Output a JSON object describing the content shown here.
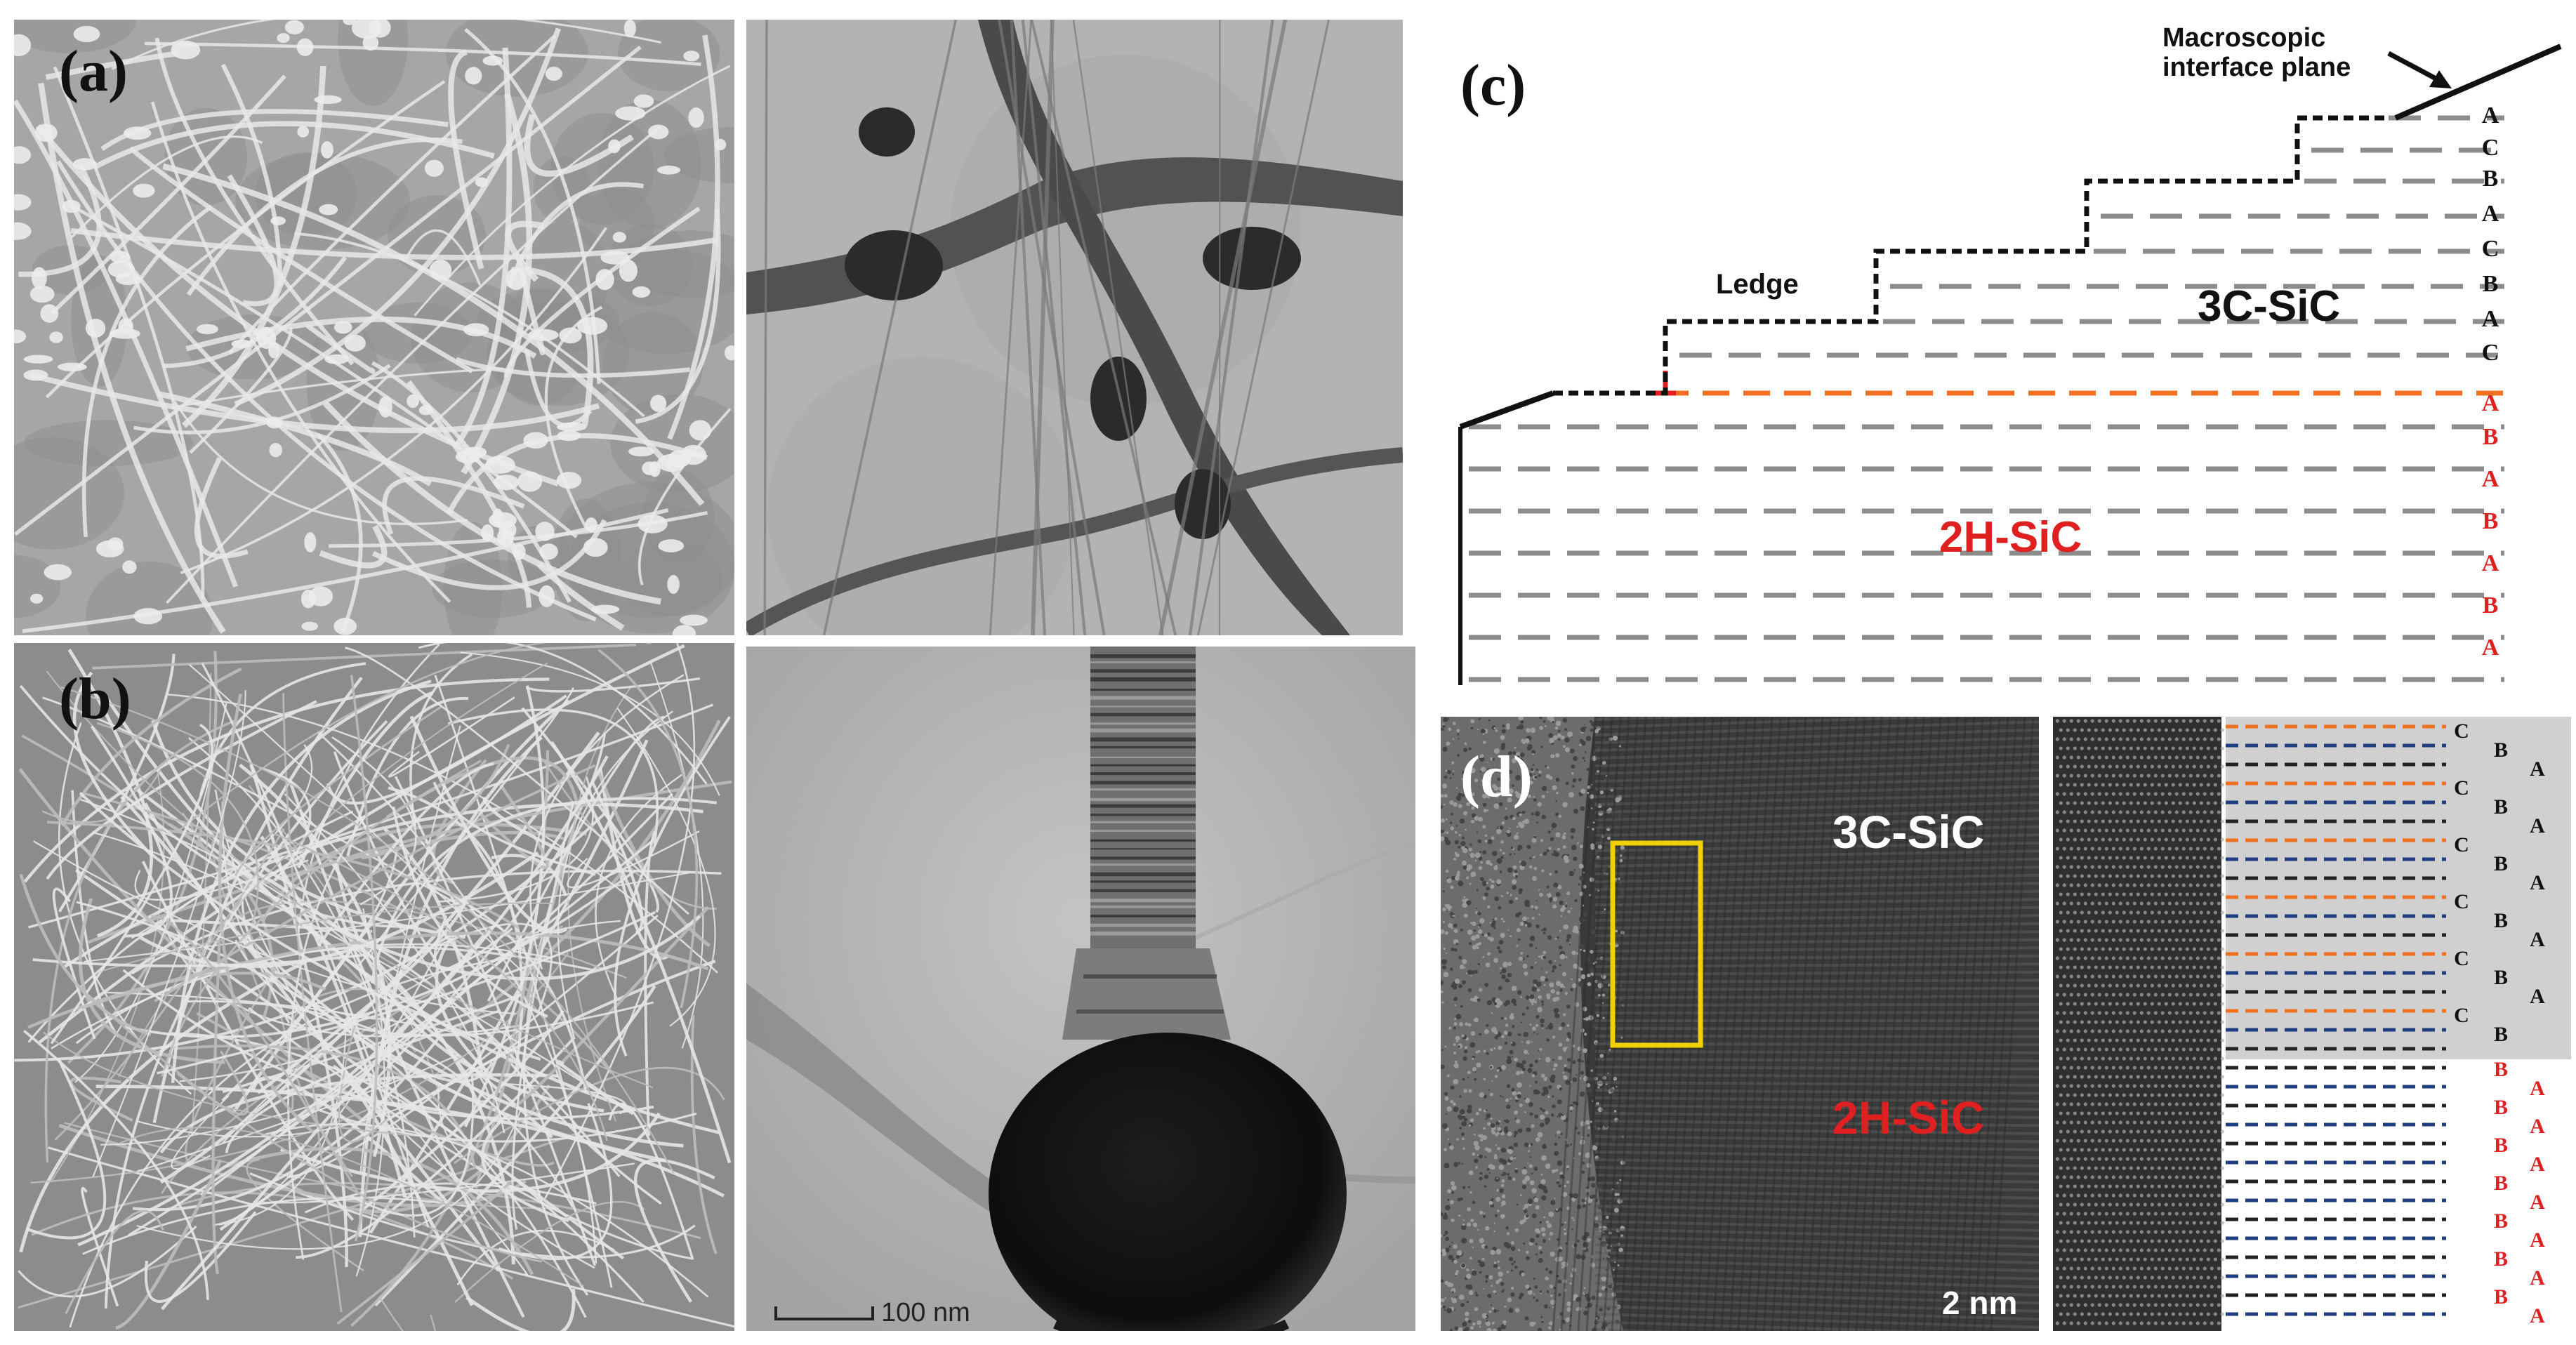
{
  "panel_labels": {
    "a": "(a)",
    "b": "(b)",
    "c": "(c)",
    "d": "(d)"
  },
  "panel_c": {
    "annotation_macro_line1": "Macroscopic",
    "annotation_macro_line2": "interface plane",
    "ledge_label": "Ledge",
    "phase_top": "3C-SiC",
    "phase_bottom": "2H-SiC",
    "stacking_3c": [
      "A",
      "C",
      "B",
      "A",
      "C",
      "B",
      "A",
      "C"
    ],
    "stacking_2h": [
      "A",
      "B",
      "A",
      "B",
      "A",
      "B",
      "A"
    ]
  },
  "panel_d": {
    "phase_top": "3C-SiC",
    "phase_bottom": "2H-SiC",
    "scale_bar": "2 nm"
  },
  "panel_b": {
    "scale_bar": "100 nm"
  },
  "colors": {
    "red": "#e02020",
    "orange": "#f07020",
    "gray_line": "#8c8c8c",
    "blue_line": "#203d80",
    "yellow_box": "#f0d000"
  }
}
